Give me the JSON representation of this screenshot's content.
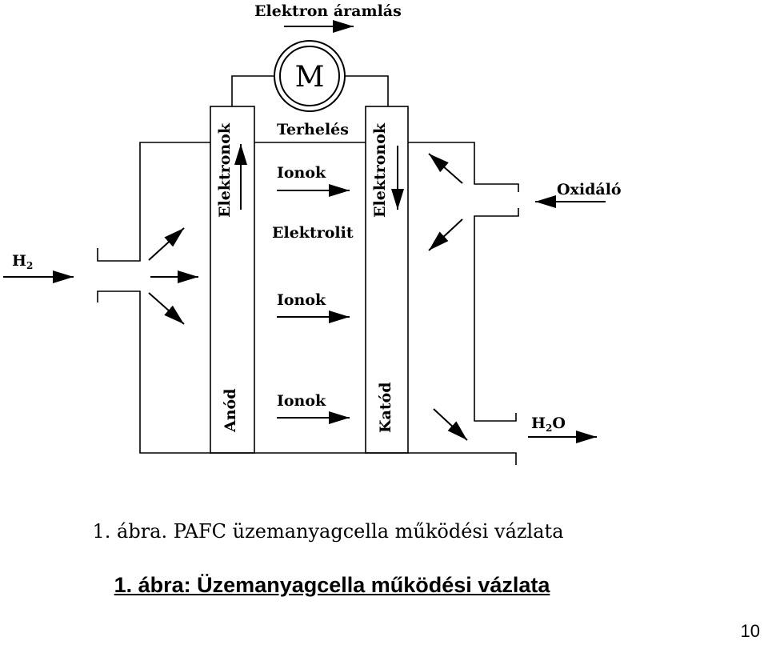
{
  "diagram": {
    "electron_flow_label": "Elektron áramlás",
    "motor_label": "M",
    "load_label": "Terhelés",
    "electrons_left_label": "Elektronok",
    "electrons_right_label": "Elektronok",
    "ions_label_1": "Ionok",
    "ions_label_2": "Ionok",
    "ions_label_3": "Ionok",
    "electrolyte_label": "Elektrolit",
    "anode_label": "Anód",
    "cathode_label": "Katód",
    "oxidizer_label": "Oxidáló",
    "hydrogen_label": "H",
    "hydrogen_sub": "2",
    "water_label_a": "H",
    "water_sub": "2",
    "water_label_b": "O"
  },
  "captions": {
    "figure_caption": "1. ábra. PAFC üzemanyagcella működési vázlata",
    "document_caption": "1. ábra:  Üzemanyagcella működési vázlata"
  },
  "page": {
    "number": "10"
  }
}
